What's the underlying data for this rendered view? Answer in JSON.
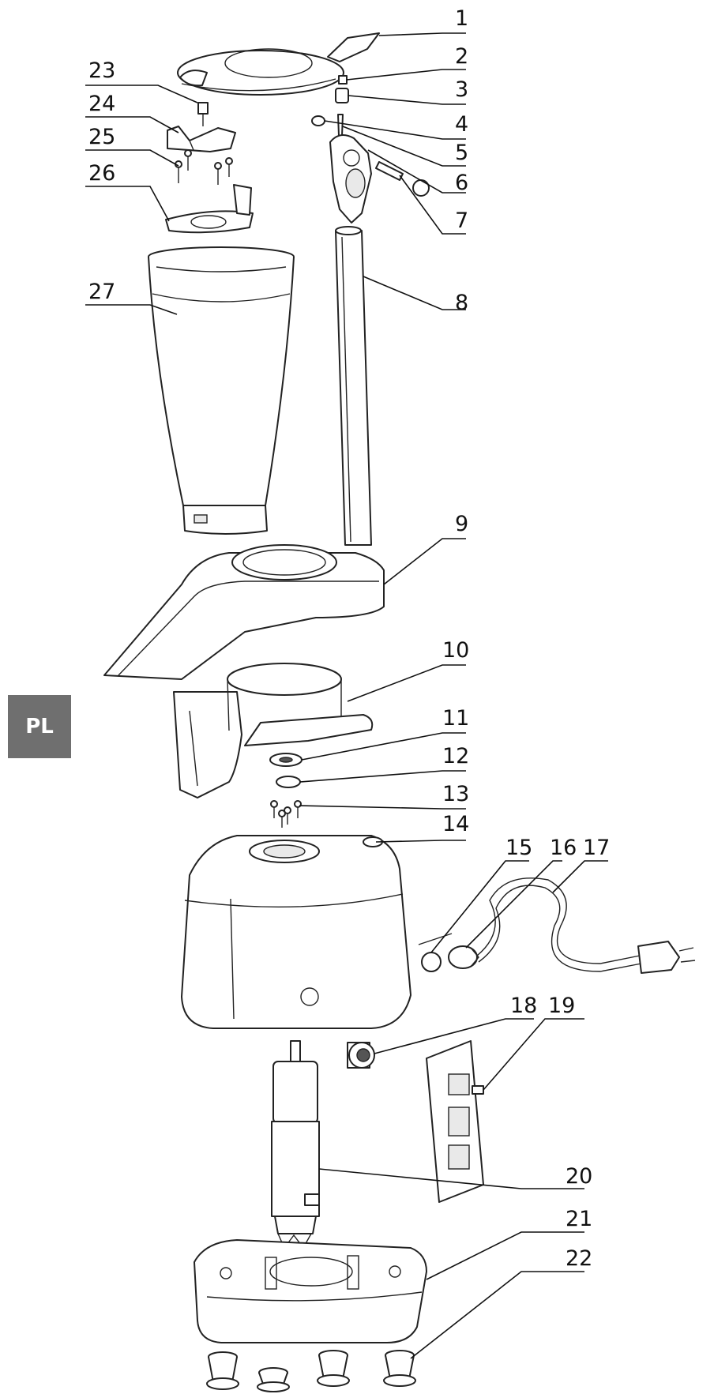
{
  "language_tab": "PL",
  "callouts": [
    {
      "number": "1"
    },
    {
      "number": "2"
    },
    {
      "number": "3"
    },
    {
      "number": "4"
    },
    {
      "number": "5"
    },
    {
      "number": "6"
    },
    {
      "number": "7"
    },
    {
      "number": "8"
    },
    {
      "number": "9"
    },
    {
      "number": "10"
    },
    {
      "number": "11"
    },
    {
      "number": "12"
    },
    {
      "number": "13"
    },
    {
      "number": "14"
    },
    {
      "number": "15"
    },
    {
      "number": "16"
    },
    {
      "number": "17"
    },
    {
      "number": "18"
    },
    {
      "number": "19"
    },
    {
      "number": "20"
    },
    {
      "number": "21"
    },
    {
      "number": "22"
    },
    {
      "number": "23"
    },
    {
      "number": "24"
    },
    {
      "number": "25"
    },
    {
      "number": "26"
    },
    {
      "number": "27"
    }
  ]
}
